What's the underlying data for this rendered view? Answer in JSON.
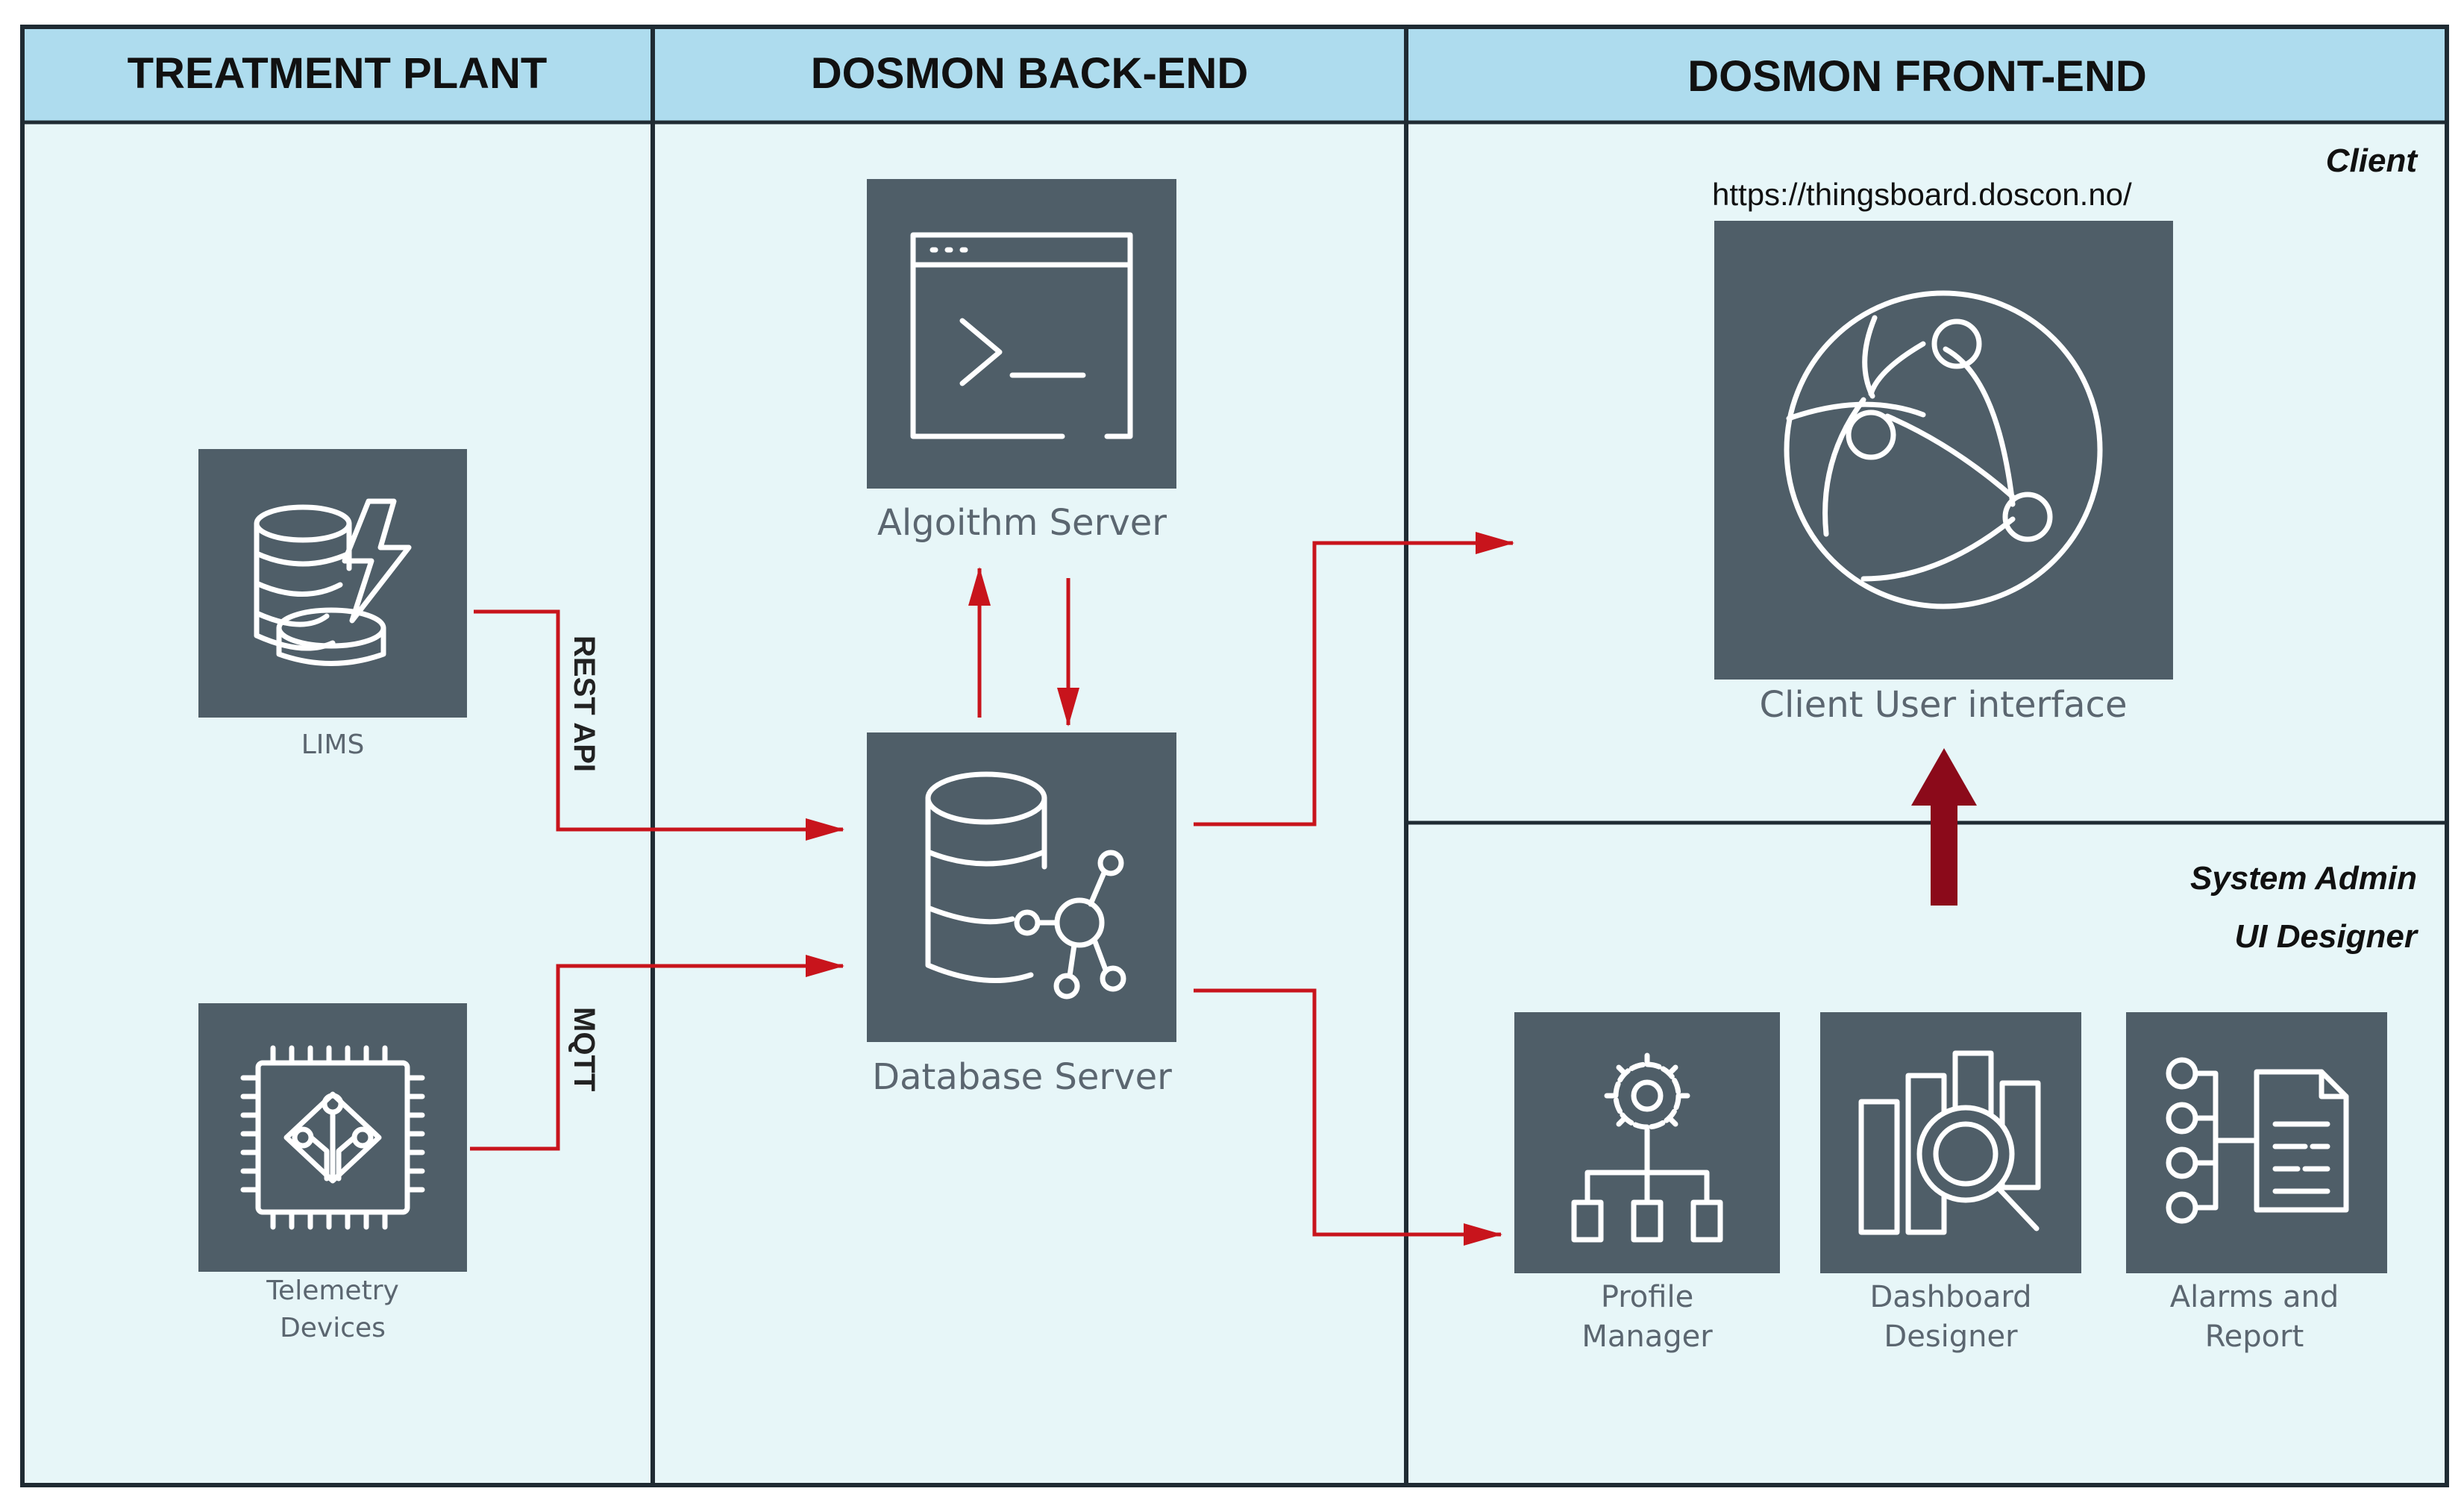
{
  "columns": {
    "treatment_plant": "TREATMENT PLANT",
    "backend": "DOSMON BACK-END",
    "frontend": "DOSMON FRONT-END"
  },
  "roles": {
    "client": "Client",
    "admin_line1": "System Admin",
    "admin_line2": "UI Designer"
  },
  "url": "https://thingsboard.doscon.no/",
  "nodes": {
    "lims": "LIMS",
    "telemetry_line1": "Telemetry",
    "telemetry_line2": "Devices",
    "algorithm": "Algoithm Server",
    "database": "Database Server",
    "client_ui": "Client User interface",
    "profile_line1": "Profile",
    "profile_line2": "Manager",
    "dashboard_line1": "Dashboard",
    "dashboard_line2": "Designer",
    "alarms_line1": "Alarms and",
    "alarms_line2": "Report"
  },
  "protocols": {
    "rest": "REST API",
    "mqtt": "MQTT"
  },
  "colors": {
    "header_bg": "#aedcee",
    "panel_bg": "#e7f6f8",
    "tile": "#4f5e68",
    "arrow": "#c8141c",
    "admin_arrow": "#8b0a1a",
    "border": "#1f2b33"
  },
  "icons": {
    "lims": "database-lightning-icon",
    "telemetry": "chip-icon",
    "algorithm": "terminal-window-icon",
    "database": "database-network-icon",
    "client_ui": "globe-network-icon",
    "profile": "gear-hierarchy-icon",
    "dashboard": "magnifier-chart-icon",
    "alarms": "list-document-icon"
  }
}
